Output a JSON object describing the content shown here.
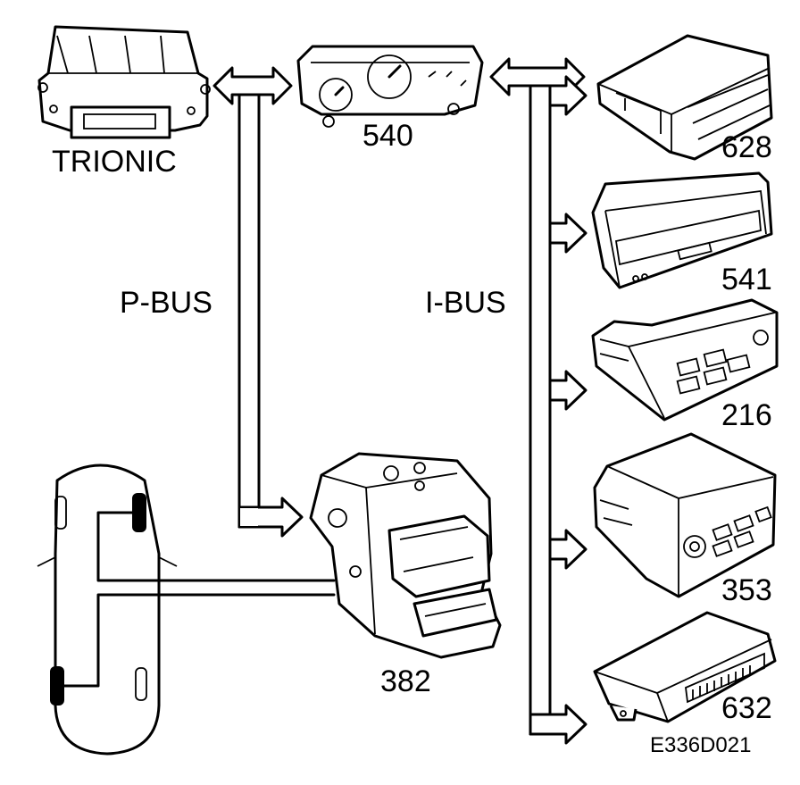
{
  "labels": {
    "trionic": "TRIONIC",
    "p_bus": "P-BUS",
    "i_bus": "I-BUS",
    "drawing_code": "E336D021"
  },
  "components": {
    "instrument_cluster": "540",
    "unit_628": "628",
    "unit_541": "541",
    "unit_216": "216",
    "unit_353": "353",
    "unit_632": "632",
    "abs_unit": "382"
  }
}
